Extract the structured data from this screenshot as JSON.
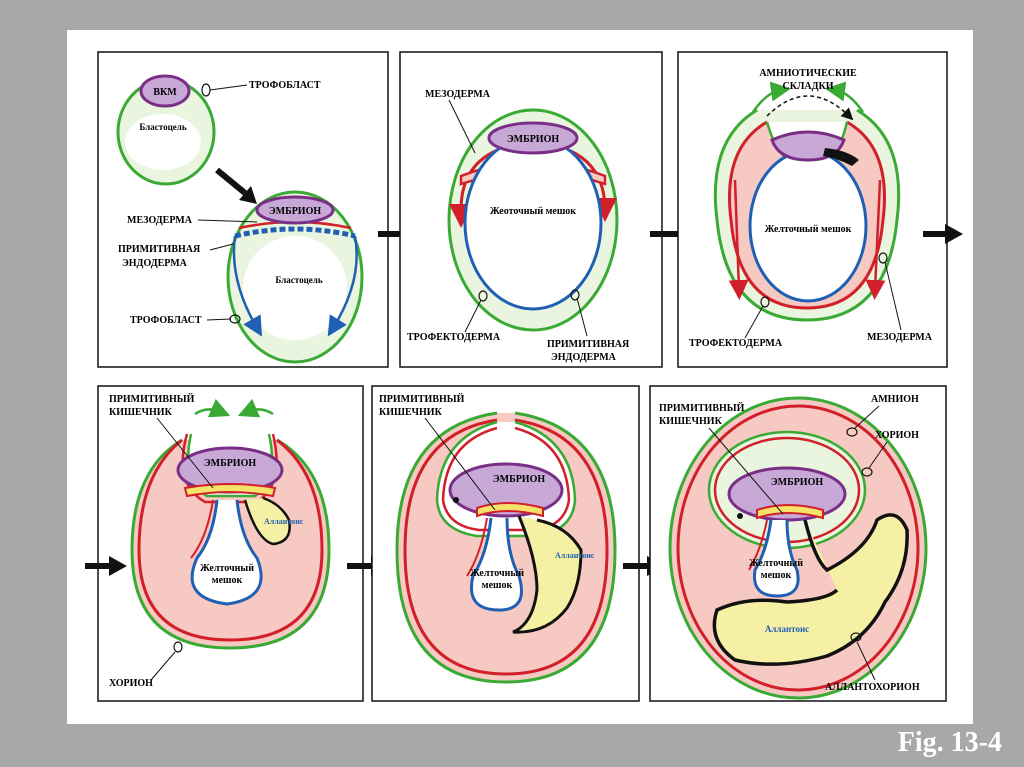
{
  "figure_label": "Fig. 13-4",
  "colors": {
    "background": "#a8a8a8",
    "sheet": "#ffffff",
    "trophoblast_green": "#3aaa35",
    "mesoderm_red": "#d2202a",
    "endoderm_blue": "#1f5fb4",
    "extraembryonic_pink": "#f6c9c2",
    "embryo_purple": "#c8a8d6",
    "embryo_outline": "#7a2f86",
    "gut_yellow": "#f4e26a",
    "allantois_yellow": "#f6f0a5",
    "pale_green": "#e9f5df"
  },
  "panels": [
    {
      "labels": {
        "vkm": "ВКМ",
        "trophoblast_top": "ТРОФОБЛАСТ",
        "blastocoel_top": "Бластоцель",
        "mesoderm": "МЕЗОДЕРМА",
        "embryo": "ЭМБРИОН",
        "primitive_endoderm_1": "ПРИМИТИВНАЯ",
        "primitive_endoderm_2": "ЭНДОДЕРМА",
        "blastocoel_bottom": "Бластоцель",
        "trophoblast_bottom": "ТРОФОБЛАСТ"
      }
    },
    {
      "labels": {
        "mesoderm": "МЕЗОДЕРМА",
        "embryo": "ЭМБРИОН",
        "yolk_sac": "Жеоточный мешок",
        "trophectoderm": "ТРОФЕКТОДЕРМА",
        "primitive_endoderm_1": "ПРИМИТИВНАЯ",
        "primitive_endoderm_2": "ЭНДОДЕРМА"
      }
    },
    {
      "labels": {
        "amniotic_folds_1": "АМНИОТИЧЕСКИЕ",
        "amniotic_folds_2": "СКЛАДКИ",
        "yolk_sac": "Желточный мешок",
        "trophectoderm": "ТРОФЕКТОДЕРМА",
        "mesoderm": "МЕЗОДЕРМА"
      }
    },
    {
      "labels": {
        "primitive_gut_1": "ПРИМИТИВНЫЙ",
        "primitive_gut_2": "КИШЕЧНИК",
        "embryo": "ЭМБРИОН",
        "allantois": "Аллантоис",
        "yolk_sac_1": "Желточный",
        "yolk_sac_2": "мешок",
        "chorion": "ХОРИОН"
      }
    },
    {
      "labels": {
        "primitive_gut_1": "ПРИМИТИВНЫЙ",
        "primitive_gut_2": "КИШЕЧНИК",
        "embryo": "ЭМБРИОН",
        "allantois": "Аллантоис",
        "yolk_sac_1": "Желточный",
        "yolk_sac_2": "мешок"
      }
    },
    {
      "labels": {
        "primitive_gut_1": "ПРИМИТИВНЫЙ",
        "primitive_gut_2": "КИШЕЧНИК",
        "amnion": "АМНИОН",
        "chorion": "ХОРИОН",
        "embryo": "ЭМБРИОН",
        "yolk_sac_1": "Желточный",
        "yolk_sac_2": "мешок",
        "allantois": "Аллантоис",
        "allantochorion": "АЛЛАНТОХОРИОН"
      }
    }
  ]
}
